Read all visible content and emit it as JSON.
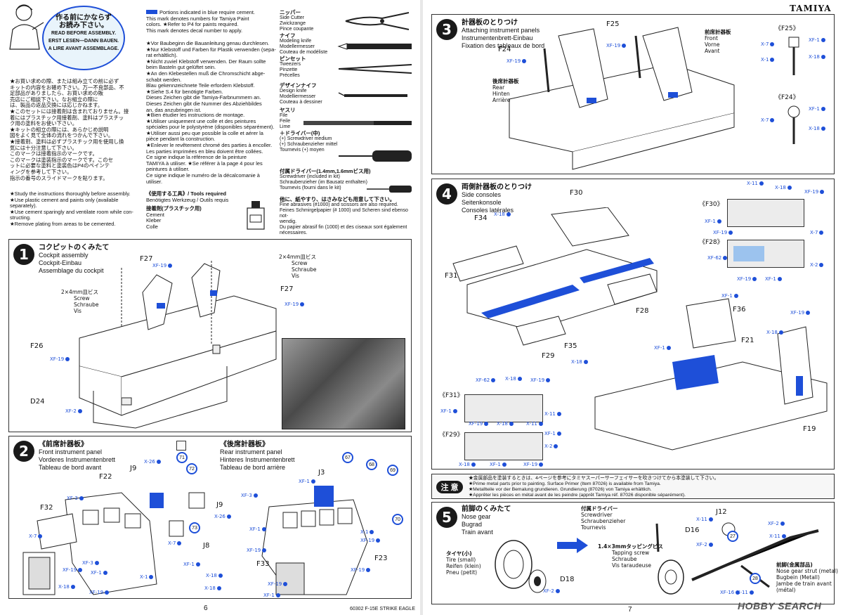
{
  "header_left": {
    "warning_badge": [
      "作る前にかならず",
      "お読み下さい。",
      "READ BEFORE ASSEMBLY.",
      "ERST LESEN—DANN BAUEN.",
      "A LIRE AVANT ASSEMBLAGE."
    ],
    "legend_lines": [
      "Portions indicated in blue require cement.",
      "This mark denotes numbers for Tamiya Paint",
      "colors.  ★Refer to P4 for paints required.",
      "This mark denotes decal number to apply."
    ],
    "de_lines": [
      "★Vor Baubeginn die Bauanleitung genau durchlesen.",
      "★Nur Klebstoff und Farben für Plastik verwenden (sepa-",
      "rat erhältlich).",
      "★Nicht zuviel Klebstoff verwenden. Der Raum sollte",
      "beim Basteln gut gelüftet sein.",
      "★An den Klebestellen muß die Chromschicht abge-",
      "schabt werden.",
      "Blau gekennzeichnete Teile erfordern Klebstoff.",
      "★Siehe S.4 für benötigte Farben.",
      "Dieses Zeichen gibt die Tamiya-Farbnummern an.",
      "Dieses Zeichen gibt die Nummer des Abziehbildes",
      "an, das anzubringen ist."
    ],
    "fr_lines": [
      "★Bien étudier les instructions de montage.",
      "★Utiliser uniquement une colle et des peintures",
      "spéciales pour le polystyrène (disponibles séparément).",
      "★Utiliser aussi peu que possible la colle et aérer la",
      "pièce pendant la construction.",
      "★Enlever le revêtement chromé des parties à encoller.",
      "Les parties imprimées en bleu doivent être collées.",
      "Ce signe indique la référence de la peinture",
      "TAMIYA à utiliser.  ★Se référer à la page 4 pour les",
      "peintures à utiliser.",
      "Ce signe indique le numéro de la décalcomanie à",
      "utiliser."
    ],
    "jp_lines": [
      "★お買い求めの際、または組み立ての前に必ず",
      "キットの内容をお確め下さい。万一不良部品、不",
      "足部品がありましたら、お買い求めの販",
      "売店にご相談下さい。なお組立の際に",
      "は、製品の返品交換には応じかねます。",
      "★このセットには接着剤は含まれておりません。接",
      "着にはプラスチック用接着剤、塗料はプラスチッ",
      "ク用の塗料をお使い下さい。",
      "★キットの組立の際には、あらかじめ説明",
      "図をよく見て全体の流れをつかんで下さい。",
      "★接着剤、塗料は必ずプラスチック用を使用し換",
      "気には十分注意して下さい。",
      "このマークは接着指示のマークです。",
      "このマークは塗装指示のマークです。このセ",
      "ットに必要な塗料と塗装色はP4のペインテ",
      "ィングを参考して下さい。",
      "指示の番号のスライドマークを貼ります。"
    ],
    "en_lines": [
      "★Study the instructions thoroughly before assembly.",
      "★Use plastic cement and paints only (available",
      "separately).",
      "★Use cement sparingly and ventilate room while con-",
      "structing.",
      "★Remove plating from areas to be cemented."
    ],
    "tools_heading": "《使用する工具》/ Tools required",
    "tools_heading_2": "Benötigtes Werkzeug / Outils requis",
    "cement_title": "接着剤(プラスチック用)",
    "cement_lines": [
      "Cement",
      "Kleber",
      "Colle"
    ],
    "tools": [
      {
        "jp": "ニッパー",
        "lines": [
          "Side Cutter",
          "Zwickzange",
          "Pince coupante"
        ]
      },
      {
        "jp": "ナイフ",
        "lines": [
          "Modeling knife",
          "Modellermesser",
          "Couteau de modéliste"
        ]
      },
      {
        "jp": "ピンセット",
        "lines": [
          "Tweezers",
          "Pinzette",
          "Précelles"
        ]
      },
      {
        "jp": "デザインナイフ",
        "lines": [
          "Design knife",
          "Modelliermesser",
          "Couteau à dessiner"
        ]
      },
      {
        "jp": "ヤスリ",
        "lines": [
          "File",
          "Feile",
          "Lime"
        ]
      },
      {
        "jp": "＋ドライバー(中)",
        "lines": [
          "(+) Screwdriver medium",
          "(+) Schraubenzieher mittel",
          "Tournevis (+) moyen"
        ]
      },
      {
        "jp": "付属ドライバー(1.4mm,1.6mmビス用)",
        "lines": [
          "Screwdriver (included in kit)",
          "Schraubenzieher (im Bausatz enthalten)",
          "Tournevis (fourni dans le kit)"
        ]
      }
    ],
    "paint_note_jp": "他に、紙やすり、はさみなども用意して下さい。",
    "paint_note_lines": [
      "Fine abrasives (#1000) and scissors are also required.",
      "Feines Schmirgelpapier (# 1000) und Scheren sind ebenso not-",
      "wendig.",
      "Du papier abrasif fin (1000) et des ciseaux sont également",
      "nécessaires."
    ]
  },
  "step1": {
    "number": "1",
    "jp": "コクピットのくみたて",
    "lines": [
      "Cockpit assembly",
      "Cockpit-Einbau",
      "Assemblage du cockpit"
    ],
    "screw_a": "2×4mm皿ビス",
    "screw_a_lines": [
      "Screw",
      "Schraube",
      "Vis"
    ],
    "screw_b": "2×4mm皿ビス",
    "screw_b_lines": [
      "Screw",
      "Schraube",
      "Vis"
    ],
    "parts": [
      "F27",
      "F27",
      "F26",
      "D24"
    ],
    "colors": [
      "XF-19",
      "XF-19",
      "XF-19",
      "XF-2"
    ]
  },
  "step2": {
    "number": "2",
    "front_jp": "《前席計器板》",
    "front_lines": [
      "Front instrument panel",
      "Vorderes Instrumentenbrett",
      "Tableau de bord avant"
    ],
    "rear_jp": "《後席計器板》",
    "rear_lines": [
      "Rear instrument panel",
      "Hinteres Instrumentenbrett",
      "Tableau de bord arrière"
    ],
    "parts": [
      "J9",
      "F22",
      "J9",
      "F32",
      "J8",
      "J3",
      "F33",
      "F23"
    ],
    "decals": [
      "71",
      "72",
      "73",
      "67",
      "68",
      "69",
      "70"
    ],
    "colors": [
      "X-26",
      "XF-3",
      "X-7",
      "XF-19",
      "XF-3",
      "XF-1",
      "XF-19",
      "X-18",
      "X-26",
      "X-7",
      "XF-1",
      "X-1",
      "XF-1",
      "X-26",
      "XF-3",
      "XF-19",
      "XF-1",
      "XF-19",
      "X-18",
      "X-1",
      "XF-19",
      "X-18",
      "XF-1",
      "XF-19",
      "XF-19",
      "XF-1"
    ]
  },
  "page_left_number": "6",
  "footer_left": "60302 F-15E STRIKE EAGLE",
  "brand": "TAMIYA",
  "step3": {
    "number": "3",
    "jp": "計器板のとりつけ",
    "lines": [
      "Attaching instrument panels",
      "Instrumentenbrett-Einbau",
      "Fixation des tableaux de bord"
    ],
    "front_jp": "前席計器板",
    "front_lines": [
      "Front",
      "Vorne",
      "Avant"
    ],
    "rear_jp": "後席計器板",
    "rear_lines": [
      "Rear",
      "Hinten",
      "Arrière"
    ],
    "parts": [
      "F25",
      "F24"
    ],
    "detail_labels": [
      "《F25》",
      "《F24》"
    ],
    "colors": [
      "XF-19",
      "XF-19",
      "X-7",
      "XF-1",
      "X-1",
      "X-18",
      "XF-1",
      "X-7",
      "X-18"
    ]
  },
  "step4": {
    "number": "4",
    "jp": "両側計器板のとりつけ",
    "lines": [
      "Side consoles",
      "Seitenkonsole",
      "Consoles latérales"
    ],
    "parts": [
      "F34",
      "F30",
      "F31",
      "F28",
      "F35",
      "F29",
      "F36",
      "F21",
      "F19"
    ],
    "detail_labels": [
      "《F30》",
      "《F28》",
      "《F31》",
      "《F29》"
    ],
    "colors": [
      "X-18",
      "X-18",
      "X-11",
      "X-18",
      "XF-19",
      "XF-1",
      "X-7",
      "XF-19",
      "XF-62",
      "X-2",
      "XF-19",
      "XF-1",
      "XF-1",
      "XF-19",
      "X-18",
      "XF-1",
      "XF-62",
      "X-18",
      "XF-19",
      "XF-1",
      "X-11",
      "X-11",
      "XF-19",
      "X-18",
      "XF-1",
      "XF-19",
      "X-2",
      "XF-19",
      "X-18",
      "XF-1",
      "XF-19"
    ]
  },
  "notice": {
    "tag": "注 意",
    "lines": [
      "★金属部品を塗装するときは、4ページを参考にタミヤスーパーサーフェイサーを吹きつけてから本塗装して下さい。",
      "★Prime metal parts prior to painting. Surface Primer (Item 87026) is available from Tamiya.",
      "★Metallteile vor der Bemalung grundieren. Grundierung (87026) von Tamiya erhältlich.",
      "★Apprêter les pièces en métal avant de les peindre (apprêt Tamiya réf. 87026 disponible séparément)."
    ]
  },
  "step5": {
    "number": "5",
    "jp": "前脚のくみたて",
    "lines": [
      "Nose gear",
      "Bugrad",
      "Train avant"
    ],
    "tire_jp": "タイヤ(小)",
    "tire_lines": [
      "Tire (small)",
      "Reifen (klein)",
      "Pneu (petit)"
    ],
    "driver_jp": "付属ドライバー",
    "driver_lines": [
      "Screwdriver",
      "Schraubenzieher",
      "Tournevis"
    ],
    "tapping_jp": "1.4×3mmタッピングビス",
    "tapping_lines": [
      "Tapping screw",
      "Schraube",
      "Vis taraudeuse"
    ],
    "strut_jp": "前脚(金属部品)",
    "strut_lines": [
      "Nose gear strut (metal)",
      "Bugbein (Metall)",
      "Jambe de train avant",
      "(métal)"
    ],
    "parts": [
      "J12",
      "D16",
      "D18"
    ],
    "decals": [
      "27",
      "28"
    ],
    "colors": [
      "X-11",
      "XF-2",
      "XF-2",
      "XF-2",
      "X-11",
      "XF-16",
      "X-11"
    ]
  },
  "page_right_number": "7",
  "watermark": "HOBBY SEARCH"
}
